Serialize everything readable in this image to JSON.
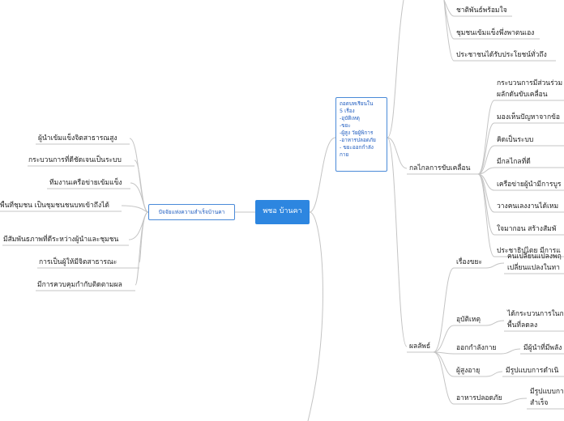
{
  "root": {
    "label": "พชอ บ้านคา"
  },
  "left_branch": {
    "label": "ปัจจัยแห่งความสำเร็จบ้านคา",
    "items": [
      "ผู้นำเข้มแข็งจิตสาธารณสูง",
      "กระบวนการที่ดีชัดเจนเป็นระบบ",
      "ทีมงานเครือข่ายเข้มแข็ง",
      "พื้นที่ชุมชน เป็นชุมชนชนบทเข้าถึงได้",
      "มีสัมพันธภาพที่ดีระหว่างผู้นำและชุมชน",
      "การเป็นผู้ให้มีจิตสาธารณะ",
      "มีการควบคุมกำกับติดตามผล"
    ]
  },
  "right_branch": {
    "note_lines": [
      "ถอดบทเรียนใน",
      "5 เรื่อง",
      "-อุบัติเหตุ",
      "-ขยะ",
      "-ผู้สูง วัยผู้พิการ",
      "-อาหารปลอดภัย",
      "- ขยะออกกำลัง",
      "กาย"
    ],
    "top_items": [
      "ชาติพันธ์พร้อมใจ",
      "ชุมชนเข้มแข็งพึ่งพาตนเอง",
      "ประชาชนได้รับประโยชน์ทั่วถึง"
    ],
    "mechanism": {
      "label": "กลไกลการขับเคลื่อน",
      "items": [
        "กระบวนการมีส่วนร่วม",
        "ผลักดันขับเคลื่อน",
        "มองเห็นปัญหาจากข้อ",
        "คิดเป็นระบบ",
        "มีกลไกลที่ดี",
        "เครือข่ายผู้นำมีการบูร",
        "วางคนเลงงานได้เหม",
        "ใจมากอน สร้างสัมพั",
        "ประชาธิปไตย มีการแ"
      ]
    },
    "result": {
      "label": "ผลลัพธ์",
      "topics": [
        {
          "label": "เรื่องขยะ",
          "detail": [
            "คนเปลี่ยนแปลงพฤ",
            "เปลี่ยนแปลงในทา"
          ]
        },
        {
          "label": "อุบัติเหตุ",
          "detail": [
            "ได้กระบวนการในก",
            "พื้นที่ลดลง"
          ]
        },
        {
          "label": "ออกกำลังกาย",
          "detail": [
            "มีผู้นำที่มีพลัง"
          ]
        },
        {
          "label": "ผู้สูงอายุ",
          "detail": [
            "มีรูปแบบการดำเนิ"
          ]
        },
        {
          "label": "อาหารปลอดภัย",
          "detail": [
            "มีรูปแบบกา",
            "สำเร็จ"
          ]
        }
      ]
    }
  }
}
